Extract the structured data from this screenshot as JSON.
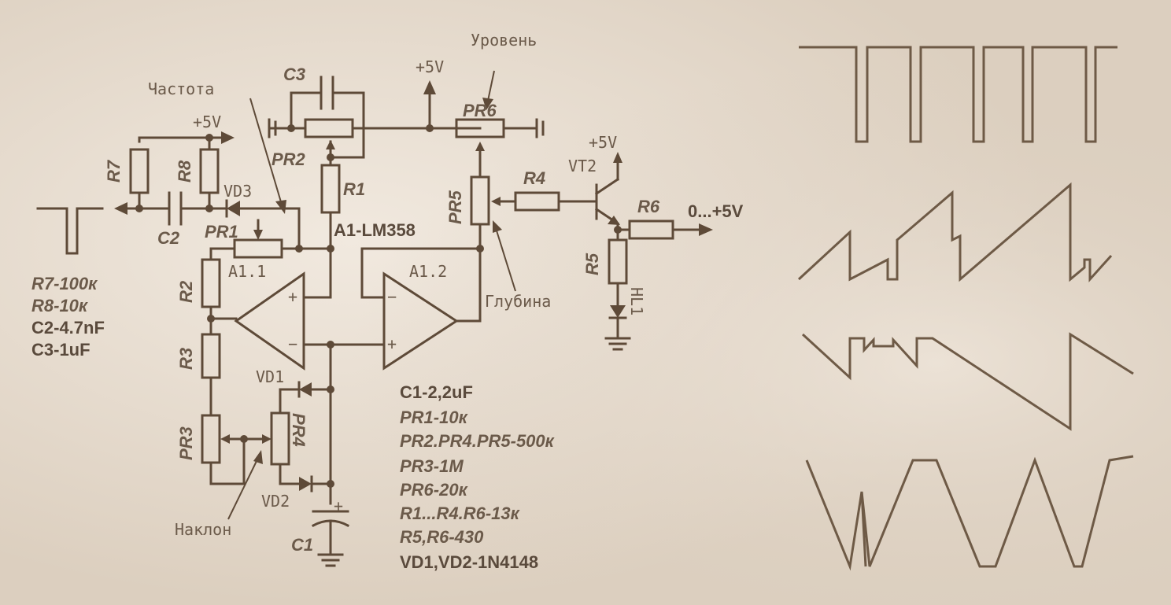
{
  "labels": {
    "chastota": "Частота",
    "uroven": "Уровень",
    "glubina": "Глубина",
    "naklon": "Наклон",
    "plus5v": "+5V",
    "output_range": "0...+5V",
    "opamp_chip": "A1-LM358",
    "a11": "A1.1",
    "a12": "A1.2",
    "plus": "+",
    "minus": "−"
  },
  "designators": {
    "r1": "R1",
    "r2": "R2",
    "r3": "R3",
    "r4": "R4",
    "r5": "R5",
    "r6": "R6",
    "r7": "R7",
    "r8": "R8",
    "c1": "C1",
    "c2": "C2",
    "c3": "C3",
    "pr1": "PR1",
    "pr2": "PR2",
    "pr3": "PR3",
    "pr4": "PR4",
    "pr5": "PR5",
    "pr6": "PR6",
    "vd1": "VD1",
    "vd2": "VD2",
    "vd3": "VD3",
    "vt2": "VT2",
    "hl1": "HL1"
  },
  "values_left": [
    "R7-100к",
    "R8-10к",
    "C2-4.7nF",
    "C3-1uF"
  ],
  "values_bottom": [
    "C1-2,2uF",
    "PR1-10к",
    "PR2.PR4.PR5-500к",
    "PR3-1M",
    "PR6-20к",
    "R1...R4.R6-13к",
    "R5,R6-430",
    "VD1,VD2-1N4148"
  ],
  "waveforms": [
    "square-pulse-train",
    "sawtooth-rising",
    "sawtooth-falling",
    "triangle"
  ],
  "colors": {
    "ink": "#5e4a38",
    "paper": "#e6dccf",
    "label": "#6b5a4a"
  }
}
